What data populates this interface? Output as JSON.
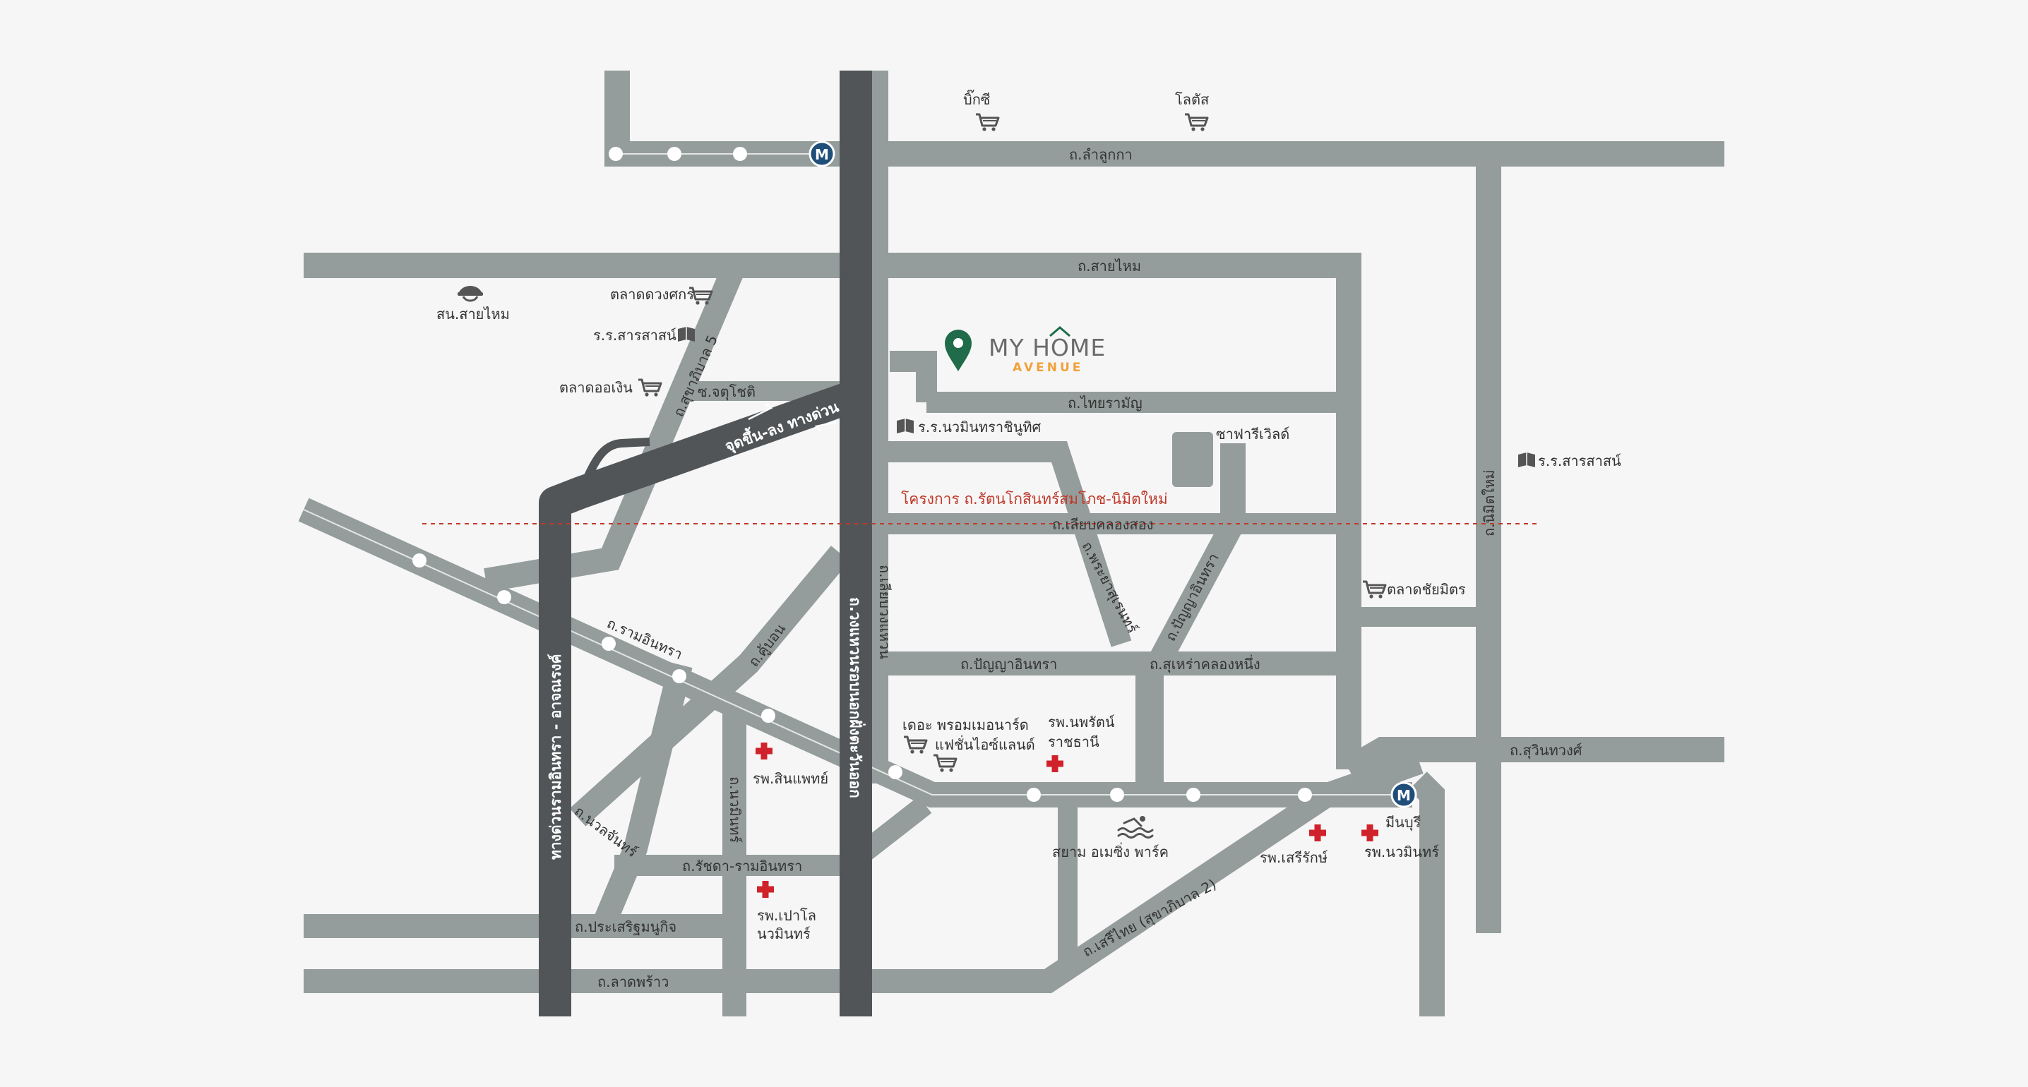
{
  "brand": {
    "name": "MY HOME",
    "sub": "AVENUE"
  },
  "colors": {
    "background": "#f6f6f6",
    "road": "#949d9b",
    "expressway": "#515557",
    "station": "#ffffff",
    "metro_badge": "#1f4e79",
    "hospital": "#d0222b",
    "project_line": "#c0392b",
    "pin": "#1f6b4a",
    "brand_accent": "#f0a23a"
  },
  "roads": {
    "lam_luk_ka": "ถ.ลำลูกกา",
    "sai_mai": "ถ.สายไหม",
    "thai_raman": "ถ.ไทยรามัญ",
    "liap_khlong_song": "ถ.เลียบคลองสอง",
    "ram_inthra": "ถ.รามอินทรา",
    "panya_inthra_east": "ถ.ปัญญาอินทรา",
    "panya_inthra_diag": "ถ.ปัญญาอินทรา",
    "suhara_khlong_nueng": "ถ.สุเหร่าคลองหนึ่ง",
    "phraya_suren": "ถ.พระยาสุเรนทร์",
    "liap_wari": "ถ.เลียบวงแหวน",
    "kanchanaphisek": "ถ.วงแหวนรอบนอกฝั่งตะวันออก",
    "ramintra_atnarong_exp": "ทางด่วนรามอินทรา - อาจณรงค์",
    "sukhaphiban5": "ถ.สุขาภิบาล 5",
    "chatuchot": "ซ.จตุโชติ",
    "khu_bon": "ถ.คู้บอน",
    "nawamin": "ถ.นวมินทร์",
    "nuan_chan": "ถ.นวลจันทร์",
    "ratchada_ramintra": "ถ.รัชดา-รามอินทรา",
    "prasert_manukit": "ถ.ประเสริฐมนูกิจ",
    "lat_phrao": "ถ.ลาดพร้าว",
    "seri_thai": "ถ.เสรีไทย (สุขาภิบาล 2)",
    "suwinthawong": "ถ.สุวินทวงศ์",
    "nimit_mai": "ถ.นิมิตใหม่",
    "expressway_ramp": "จุดขึ้น-ลง ทางด่วน"
  },
  "project_line_label": "โครงการ ถ.รัตนโกสินทร์สมโภช-นิมิตใหม่",
  "places": {
    "big_c": "บิ๊กซี",
    "lotus": "โลตัส",
    "talat_duangsakorn": "ตลาดดวงศกร",
    "police_sai_mai": "สน.สายไหม",
    "school_sarasas_west": "ร.ร.สารสาสน์",
    "talat_oengoen": "ตลาดออเงิน",
    "school_nawamin": "ร.ร.นวมินทราชินูทิศ",
    "safari_world": "ซาฟารีเวิลด์",
    "school_sarasas_east": "ร.ร.สารสาสน์",
    "talat_chaimit": "ตลาดชัยมิตร",
    "the_promenade_line1": "เดอะ พรอมเมอนาร์ด",
    "the_promenade_line2": "แฟชั่นไอซ์แลนด์",
    "hosp_nopparat_line1": "รพ.นพรัตน์",
    "hosp_nopparat_line2": "ราชธานี",
    "hosp_sinphaet": "รพ.สินแพทย์",
    "hosp_paolo_line1": "รพ.เปาโล",
    "hosp_paolo_line2": "นวมินทร์",
    "siam_amazing_park": "สยาม อเมซิ่ง พาร์ค",
    "hosp_serirak": "รพ.เสรีรักษ์",
    "min_buri": "มีนบุรี",
    "hosp_nawamin": "รพ.นวมินทร์"
  },
  "metro": {
    "badge": "M"
  }
}
